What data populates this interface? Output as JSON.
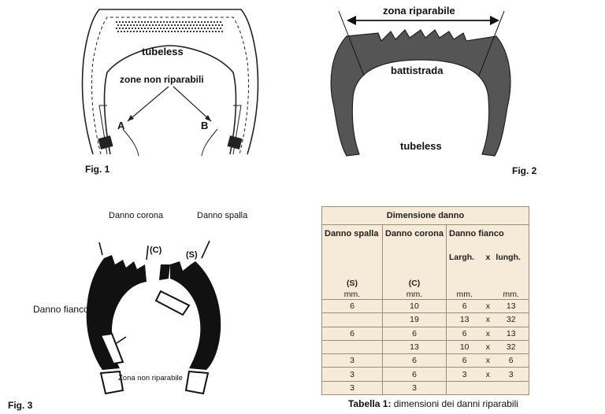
{
  "fig1": {
    "caption": "Fig. 1",
    "label_tubeless": "tubeless",
    "label_zones": "zone non riparabili",
    "label_a": "A",
    "label_b": "B"
  },
  "fig2": {
    "caption": "Fig. 2",
    "label_zone": "zona riparabile",
    "label_tread": "battistrada",
    "label_tubeless": "tubeless"
  },
  "fig3": {
    "caption": "Fig. 3",
    "label_crown": "Danno corona",
    "label_shoulder": "Danno spalla",
    "label_sidewall": "Danno fianco",
    "label_nonrepair": "Zona non riparabile",
    "label_c": "(C)",
    "label_s": "(S)"
  },
  "table": {
    "title": "Dimensione danno",
    "col_shoulder": "Danno spalla",
    "col_crown": "Danno corona",
    "col_sidewall": "Danno fianco",
    "larg": "Largh.",
    "x": "x",
    "lungh": "lungh.",
    "sym_s": "(S)",
    "sym_c": "(C)",
    "unit": "mm.",
    "rows": [
      {
        "s": "6",
        "c": "10",
        "w": "6",
        "x": "x",
        "l": "13"
      },
      {
        "s": "",
        "c": "19",
        "w": "13",
        "x": "x",
        "l": "32"
      },
      {
        "s": "6",
        "c": "6",
        "w": "6",
        "x": "x",
        "l": "13"
      },
      {
        "s": "",
        "c": "13",
        "w": "10",
        "x": "x",
        "l": "32"
      },
      {
        "s": "3",
        "c": "6",
        "w": "6",
        "x": "x",
        "l": "6"
      },
      {
        "s": "3",
        "c": "6",
        "w": "3",
        "x": "x",
        "l": "3"
      },
      {
        "s": "3",
        "c": "3",
        "w": "",
        "x": "",
        "l": ""
      }
    ],
    "caption_bold": "Tabella 1:",
    "caption_text": " dimensioni dei danni riparabili"
  }
}
